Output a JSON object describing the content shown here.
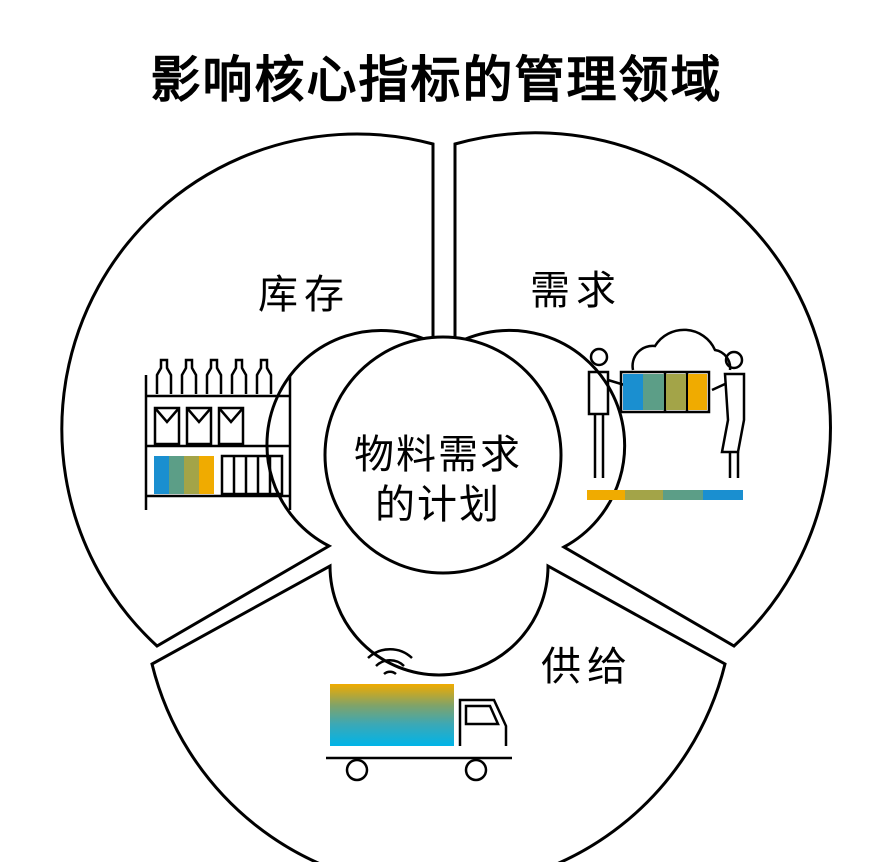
{
  "title": "影响核心指标的管理领域",
  "center": {
    "line1": "物料需求",
    "line2": "的计划"
  },
  "segments": {
    "inventory": {
      "label": "库存"
    },
    "demand": {
      "label": "需求"
    },
    "supply": {
      "label": "供给"
    }
  },
  "colors": {
    "stroke": "#000000",
    "blue": "#1a8fd0",
    "teal": "#5c9e87",
    "olive": "#a3a448",
    "gold": "#f0ab00",
    "cyan": "#00b4e8"
  },
  "icons": {
    "inventory": "warehouse-shelf-icon",
    "demand": "people-puzzle-cloud-icon",
    "supply": "delivery-truck-icon"
  }
}
